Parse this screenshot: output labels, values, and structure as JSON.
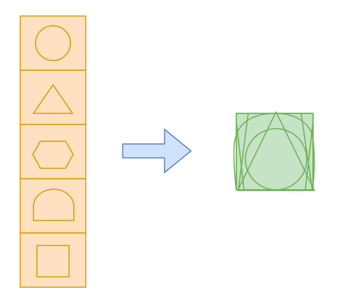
{
  "colors": {
    "background": "#ffffff",
    "panel_fill": "#ffe0c0",
    "panel_stroke": "#d79b00",
    "arrow_fill": "#cfe2ff",
    "arrow_stroke": "#5a80b8",
    "result_fill": "#c6e3c6",
    "result_stroke": "#6fb257"
  },
  "input_stack": {
    "cells": [
      {
        "shape": "circle",
        "icon": "circle-icon"
      },
      {
        "shape": "triangle",
        "icon": "triangle-icon"
      },
      {
        "shape": "hexagon",
        "icon": "hexagon-icon"
      },
      {
        "shape": "half-round",
        "icon": "half-round-icon"
      },
      {
        "shape": "square",
        "icon": "square-icon"
      }
    ]
  },
  "arrow": {
    "direction": "right",
    "icon": "right-arrow-icon"
  },
  "result": {
    "description_icon": "merged-shapes-icon",
    "layers": [
      "square",
      "triangle",
      "circle"
    ]
  }
}
